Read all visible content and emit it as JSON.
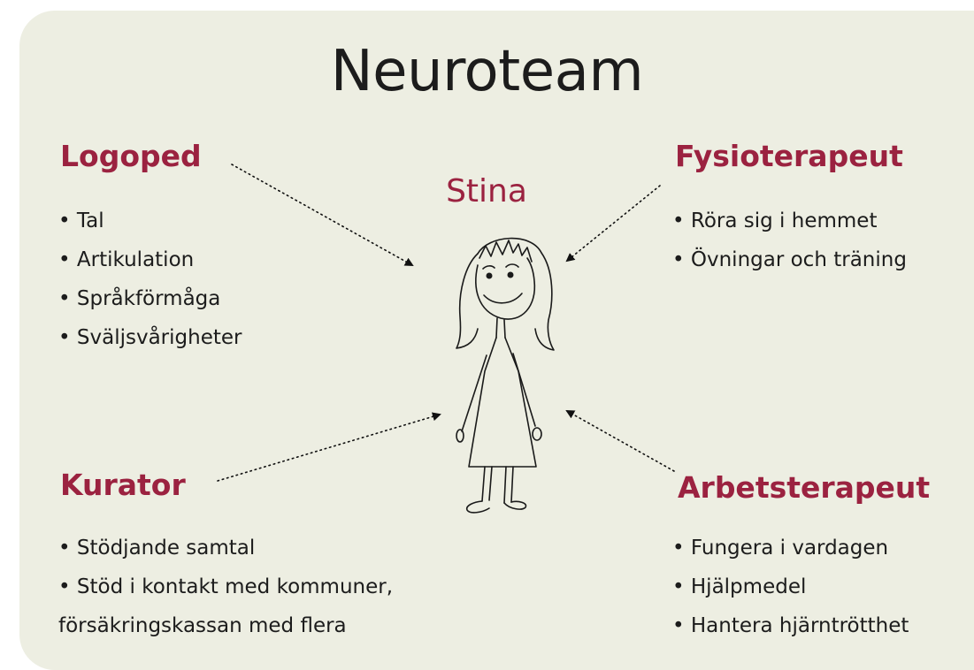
{
  "title": "Neuroteam",
  "center": {
    "name": "Stina"
  },
  "colors": {
    "background": "#edeee2",
    "accent": "#9b2240",
    "text": "#1c1c1c"
  },
  "roles": {
    "logoped": {
      "heading": "Logoped",
      "items": [
        "Tal",
        "Artikulation",
        "Språkförmåga",
        "Sväljsvårigheter"
      ]
    },
    "fysioterapeut": {
      "heading": "Fysioterapeut",
      "items": [
        "Röra sig i hemmet",
        "Övningar och träning"
      ]
    },
    "kurator": {
      "heading": "Kurator",
      "items": [
        "Stödjande samtal",
        "Stöd i kontakt med kommuner,"
      ],
      "continuation": "försäkringskassan med flera"
    },
    "arbetsterapeut": {
      "heading": "Arbetsterapeut",
      "items": [
        "Fungera i vardagen",
        "Hjälpmedel",
        "Hantera hjärntrötthet"
      ]
    }
  }
}
